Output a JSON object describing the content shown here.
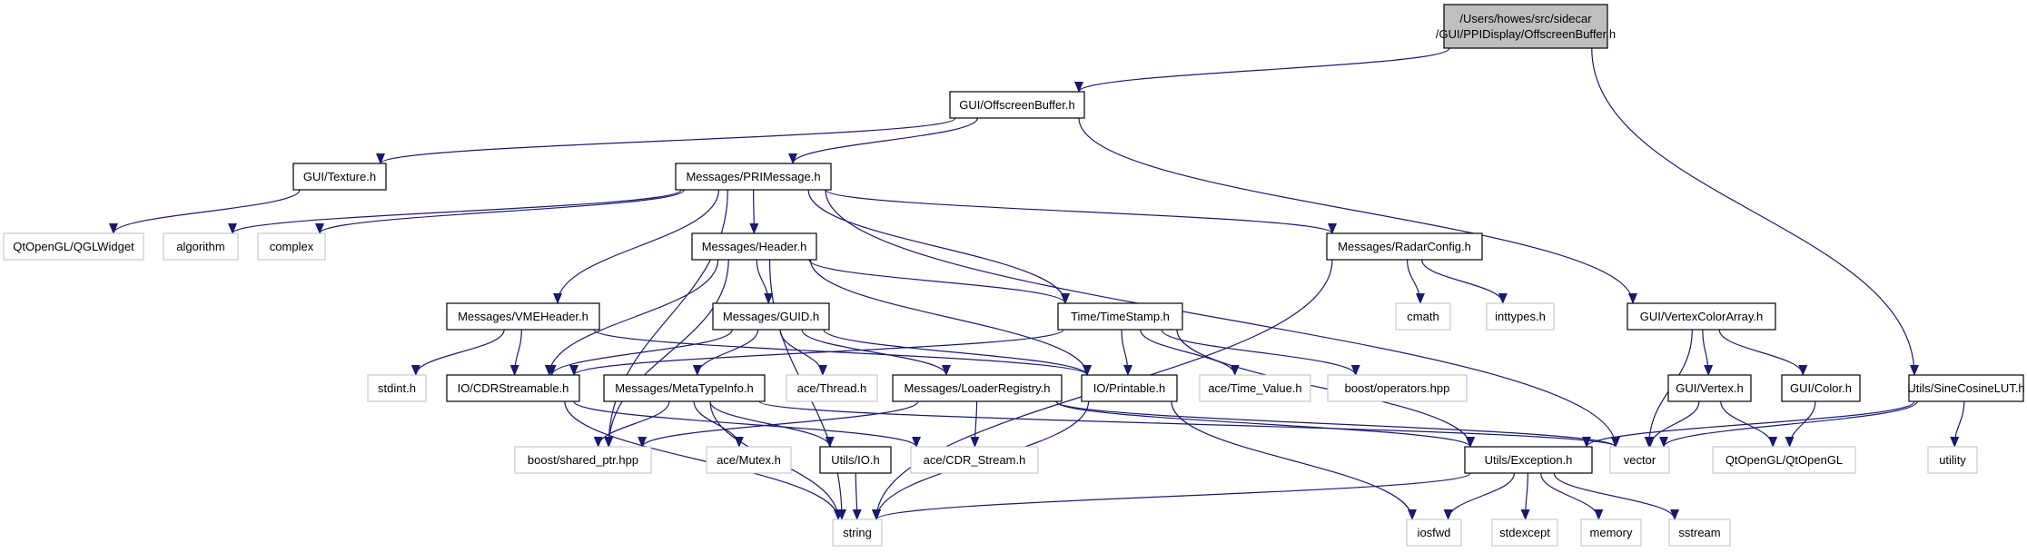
{
  "colors": {
    "edge": "#191970",
    "root_fill": "#bfbfbf",
    "internal_border": "#000000",
    "external_border": "#bfbfbf",
    "background": "#ffffff"
  },
  "nodes": {
    "root": {
      "lines": [
        "/Users/howes/src/sidecar",
        "/GUI/PPIDisplay/OffscreenBuffer.h"
      ],
      "kind": "root"
    },
    "offscreen": {
      "lines": [
        "GUI/OffscreenBuffer.h"
      ],
      "kind": "internal"
    },
    "texture": {
      "lines": [
        "GUI/Texture.h"
      ],
      "kind": "internal"
    },
    "primessage": {
      "lines": [
        "Messages/PRIMessage.h"
      ],
      "kind": "internal"
    },
    "qglwidget": {
      "lines": [
        "QtOpenGL/QGLWidget"
      ],
      "kind": "external"
    },
    "algorithm": {
      "lines": [
        "algorithm"
      ],
      "kind": "external"
    },
    "complex": {
      "lines": [
        "complex"
      ],
      "kind": "external"
    },
    "header": {
      "lines": [
        "Messages/Header.h"
      ],
      "kind": "internal"
    },
    "radarconfig": {
      "lines": [
        "Messages/RadarConfig.h"
      ],
      "kind": "internal"
    },
    "vertexcolorarray": {
      "lines": [
        "GUI/VertexColorArray.h"
      ],
      "kind": "internal"
    },
    "sinecosine": {
      "lines": [
        "Utils/SineCosineLUT.h"
      ],
      "kind": "internal"
    },
    "vmeheader": {
      "lines": [
        "Messages/VMEHeader.h"
      ],
      "kind": "internal"
    },
    "guid": {
      "lines": [
        "Messages/GUID.h"
      ],
      "kind": "internal"
    },
    "timestamp": {
      "lines": [
        "Time/TimeStamp.h"
      ],
      "kind": "internal"
    },
    "cmath": {
      "lines": [
        "cmath"
      ],
      "kind": "external"
    },
    "inttypes": {
      "lines": [
        "inttypes.h"
      ],
      "kind": "external"
    },
    "stdint": {
      "lines": [
        "stdint.h"
      ],
      "kind": "external"
    },
    "cdrstreamable": {
      "lines": [
        "IO/CDRStreamable.h"
      ],
      "kind": "internal"
    },
    "metatypeinfo": {
      "lines": [
        "Messages/MetaTypeInfo.h"
      ],
      "kind": "internal"
    },
    "acethread": {
      "lines": [
        "ace/Thread.h"
      ],
      "kind": "external"
    },
    "loaderregistry": {
      "lines": [
        "Messages/LoaderRegistry.h"
      ],
      "kind": "internal"
    },
    "printable": {
      "lines": [
        "IO/Printable.h"
      ],
      "kind": "internal"
    },
    "timevalue": {
      "lines": [
        "ace/Time_Value.h"
      ],
      "kind": "external"
    },
    "operators": {
      "lines": [
        "boost/operators.hpp"
      ],
      "kind": "external"
    },
    "guivertex": {
      "lines": [
        "GUI/Vertex.h"
      ],
      "kind": "internal"
    },
    "guicolor": {
      "lines": [
        "GUI/Color.h"
      ],
      "kind": "internal"
    },
    "utility": {
      "lines": [
        "utility"
      ],
      "kind": "external"
    },
    "sharedptr": {
      "lines": [
        "boost/shared_ptr.hpp"
      ],
      "kind": "external"
    },
    "acemutex": {
      "lines": [
        "ace/Mutex.h"
      ],
      "kind": "external"
    },
    "utilsio": {
      "lines": [
        "Utils/IO.h"
      ],
      "kind": "internal"
    },
    "cdrstream": {
      "lines": [
        "ace/CDR_Stream.h"
      ],
      "kind": "external"
    },
    "exception": {
      "lines": [
        "Utils/Exception.h"
      ],
      "kind": "internal"
    },
    "vector": {
      "lines": [
        "vector"
      ],
      "kind": "external"
    },
    "qtopengl": {
      "lines": [
        "QtOpenGL/QtOpenGL"
      ],
      "kind": "external"
    },
    "string": {
      "lines": [
        "string"
      ],
      "kind": "external"
    },
    "iosfwd": {
      "lines": [
        "iosfwd"
      ],
      "kind": "external"
    },
    "stdexcept": {
      "lines": [
        "stdexcept"
      ],
      "kind": "external"
    },
    "memory": {
      "lines": [
        "memory"
      ],
      "kind": "external"
    },
    "sstream": {
      "lines": [
        "sstream"
      ],
      "kind": "external"
    }
  },
  "edges": [
    [
      "root",
      "offscreen"
    ],
    [
      "root",
      "sinecosine"
    ],
    [
      "offscreen",
      "texture"
    ],
    [
      "offscreen",
      "primessage"
    ],
    [
      "offscreen",
      "vertexcolorarray"
    ],
    [
      "texture",
      "qglwidget"
    ],
    [
      "primessage",
      "algorithm"
    ],
    [
      "primessage",
      "complex"
    ],
    [
      "primessage",
      "header"
    ],
    [
      "primessage",
      "radarconfig"
    ],
    [
      "primessage",
      "vmeheader"
    ],
    [
      "primessage",
      "timestamp"
    ],
    [
      "primessage",
      "sharedptr"
    ],
    [
      "primessage",
      "vector"
    ],
    [
      "header",
      "guid"
    ],
    [
      "header",
      "timestamp"
    ],
    [
      "header",
      "cdrstreamable"
    ],
    [
      "header",
      "printable"
    ],
    [
      "header",
      "sharedptr"
    ],
    [
      "header",
      "string"
    ],
    [
      "radarconfig",
      "cmath"
    ],
    [
      "radarconfig",
      "inttypes"
    ],
    [
      "radarconfig",
      "string"
    ],
    [
      "vmeheader",
      "stdint"
    ],
    [
      "vmeheader",
      "cdrstreamable"
    ],
    [
      "vmeheader",
      "printable"
    ],
    [
      "guid",
      "metatypeinfo"
    ],
    [
      "guid",
      "acethread"
    ],
    [
      "guid",
      "loaderregistry"
    ],
    [
      "guid",
      "printable"
    ],
    [
      "guid",
      "cdrstreamable"
    ],
    [
      "timestamp",
      "cdrstreamable"
    ],
    [
      "timestamp",
      "printable"
    ],
    [
      "timestamp",
      "timevalue"
    ],
    [
      "timestamp",
      "operators"
    ],
    [
      "timestamp",
      "exception"
    ],
    [
      "cdrstreamable",
      "cdrstream"
    ],
    [
      "cdrstreamable",
      "string"
    ],
    [
      "metatypeinfo",
      "sharedptr"
    ],
    [
      "metatypeinfo",
      "acemutex"
    ],
    [
      "metatypeinfo",
      "utilsio"
    ],
    [
      "metatypeinfo",
      "string"
    ],
    [
      "metatypeinfo",
      "vector"
    ],
    [
      "loaderregistry",
      "sharedptr"
    ],
    [
      "loaderregistry",
      "cdrstream"
    ],
    [
      "loaderregistry",
      "exception"
    ],
    [
      "loaderregistry",
      "vector"
    ],
    [
      "printable",
      "iosfwd"
    ],
    [
      "printable",
      "string"
    ],
    [
      "utilsio",
      "string"
    ],
    [
      "vertexcolorarray",
      "guivertex"
    ],
    [
      "vertexcolorarray",
      "guicolor"
    ],
    [
      "vertexcolorarray",
      "vector"
    ],
    [
      "guivertex",
      "vector"
    ],
    [
      "guivertex",
      "qtopengl"
    ],
    [
      "guicolor",
      "qtopengl"
    ],
    [
      "sinecosine",
      "exception"
    ],
    [
      "sinecosine",
      "vector"
    ],
    [
      "sinecosine",
      "utility"
    ],
    [
      "exception",
      "string"
    ],
    [
      "exception",
      "iosfwd"
    ],
    [
      "exception",
      "stdexcept"
    ],
    [
      "exception",
      "memory"
    ],
    [
      "exception",
      "sstream"
    ]
  ]
}
